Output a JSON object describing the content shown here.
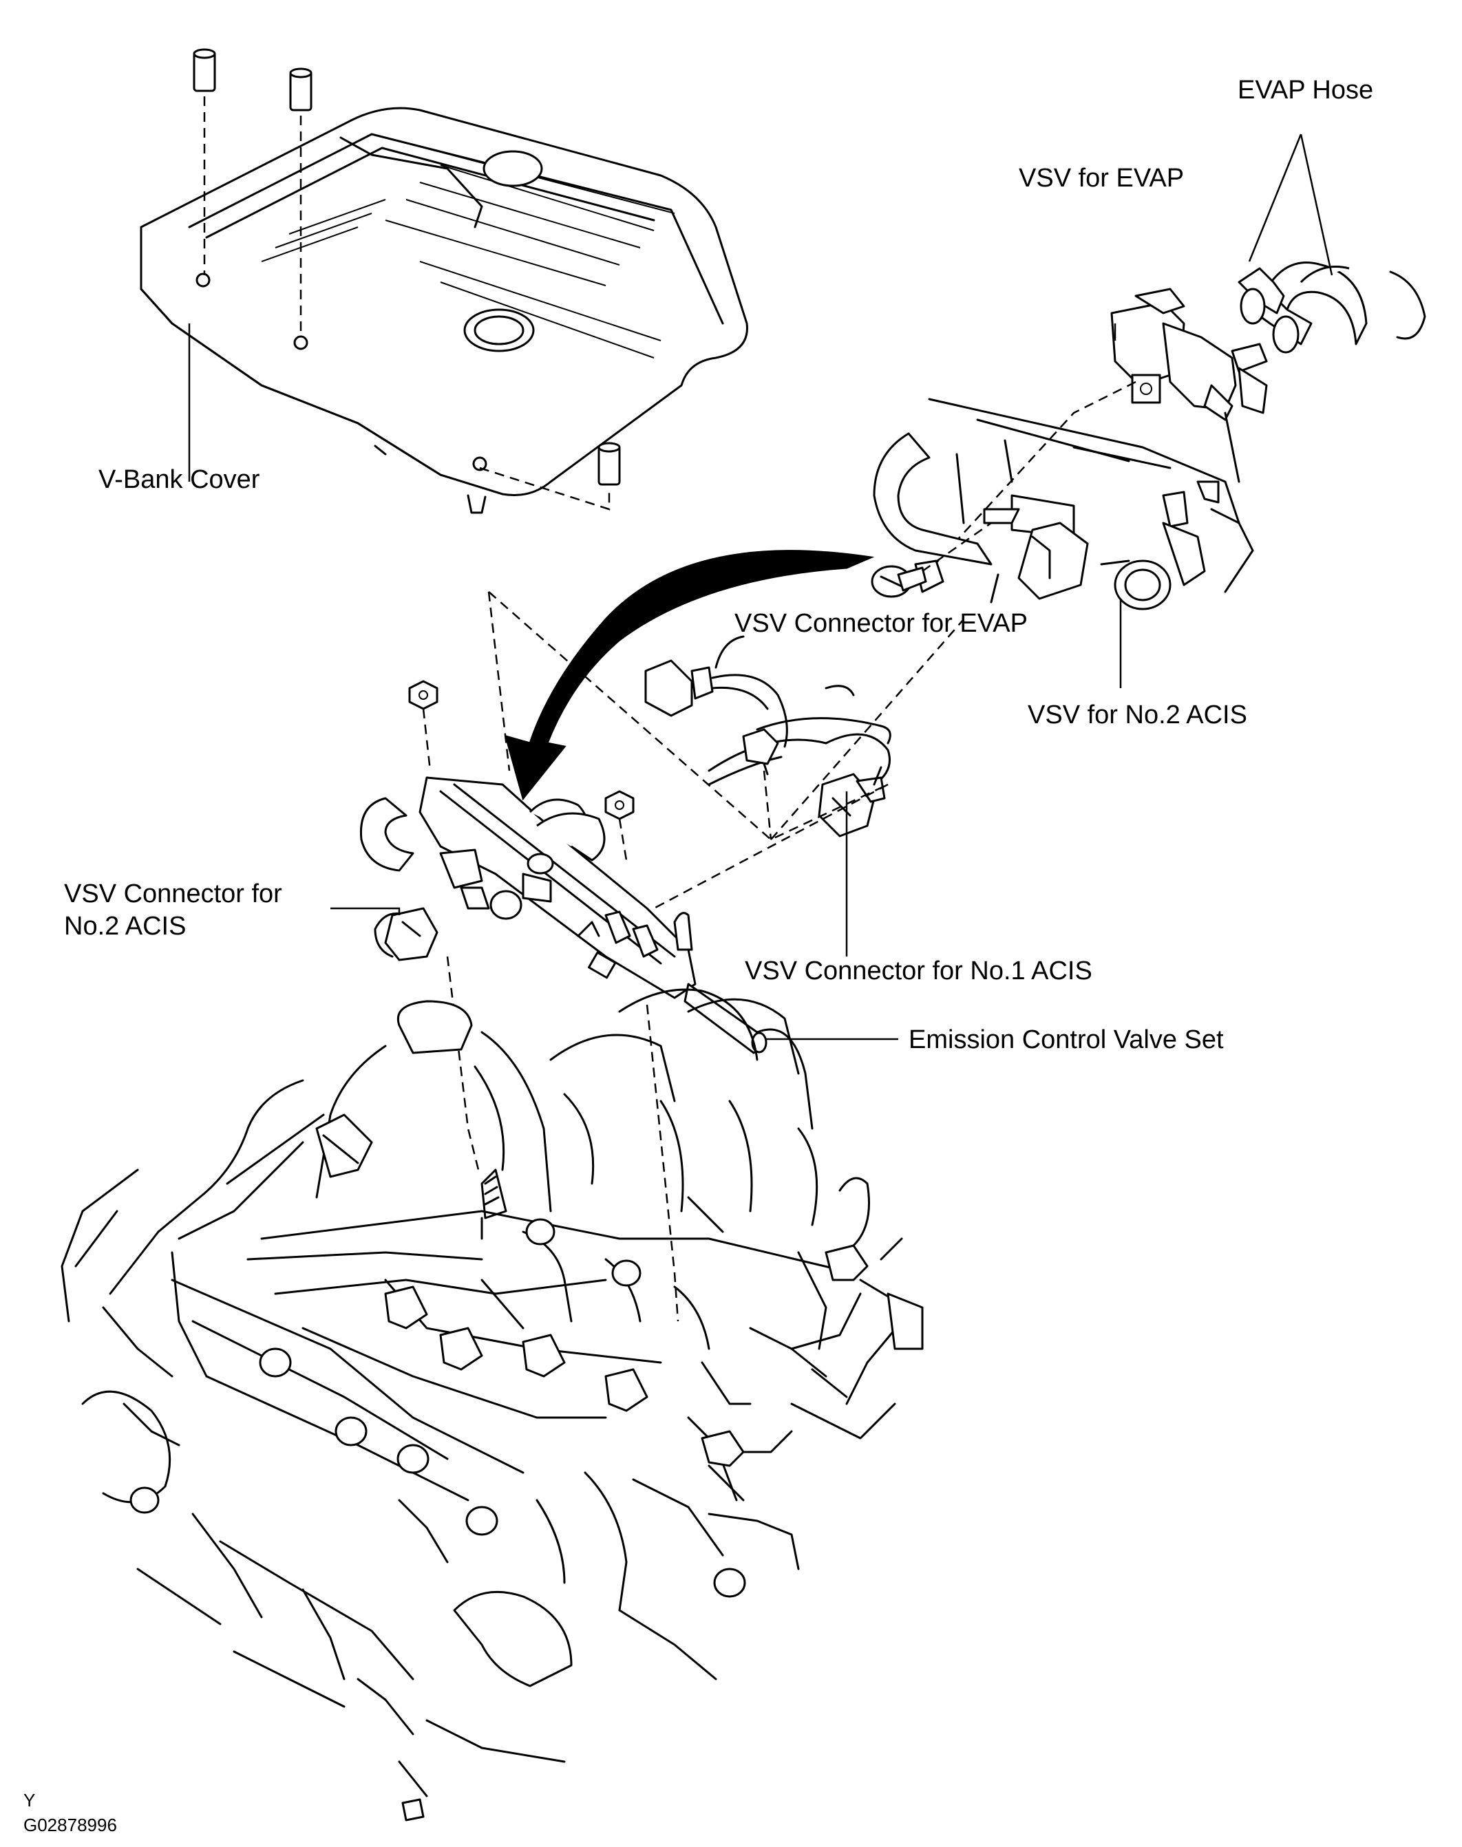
{
  "labels": {
    "evap_hose": "EVAP Hose",
    "vsv_for_evap": "VSV for EVAP",
    "v_bank_cover": "V-Bank Cover",
    "vsv_connector_for_evap": "VSV Connector for EVAP",
    "vsv_for_no2_acis": "VSV for No.2 ACIS",
    "vsv_connector_for_no2_acis_line1": "VSV Connector for",
    "vsv_connector_for_no2_acis_line2": "No.2 ACIS",
    "vsv_connector_for_no1_acis": "VSV Connector for No.1 ACIS",
    "emission_control_valve_set": "Emission Control Valve Set"
  },
  "footer": {
    "code_letter": "Y",
    "figure_id": "G02878996"
  }
}
